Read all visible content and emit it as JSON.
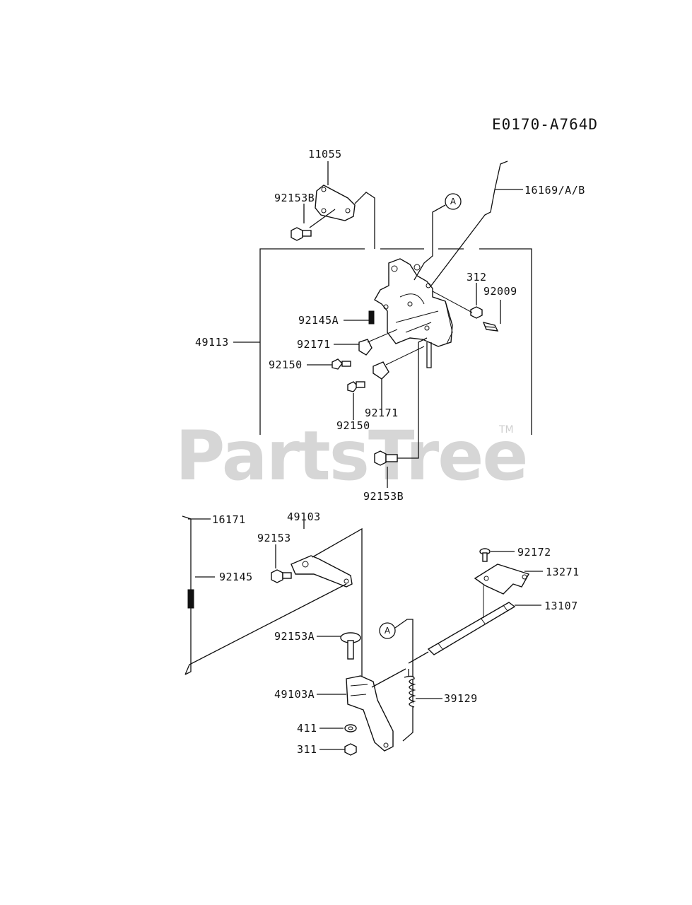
{
  "diagram": {
    "code": "E0170-A764D",
    "watermark": "PartsTree",
    "trademark": "TM",
    "callout_ref": "A",
    "labels": {
      "p11055": "11055",
      "p92153B_top": "92153B",
      "p16169": "16169/A/B",
      "p312": "312",
      "p92009": "92009",
      "p92145A": "92145A",
      "p49113": "49113",
      "p92171_left": "92171",
      "p92150_left": "92150",
      "p92171_bottom": "92171",
      "p92150_bottom": "92150",
      "p92153B_bottom": "92153B",
      "p16171": "16171",
      "p49103": "49103",
      "p92153": "92153",
      "p92145": "92145",
      "p92172": "92172",
      "p13271": "13271",
      "p13107": "13107",
      "p92153A": "92153A",
      "p49103A": "49103A",
      "p39129": "39129",
      "p411": "411",
      "p311": "311"
    }
  }
}
